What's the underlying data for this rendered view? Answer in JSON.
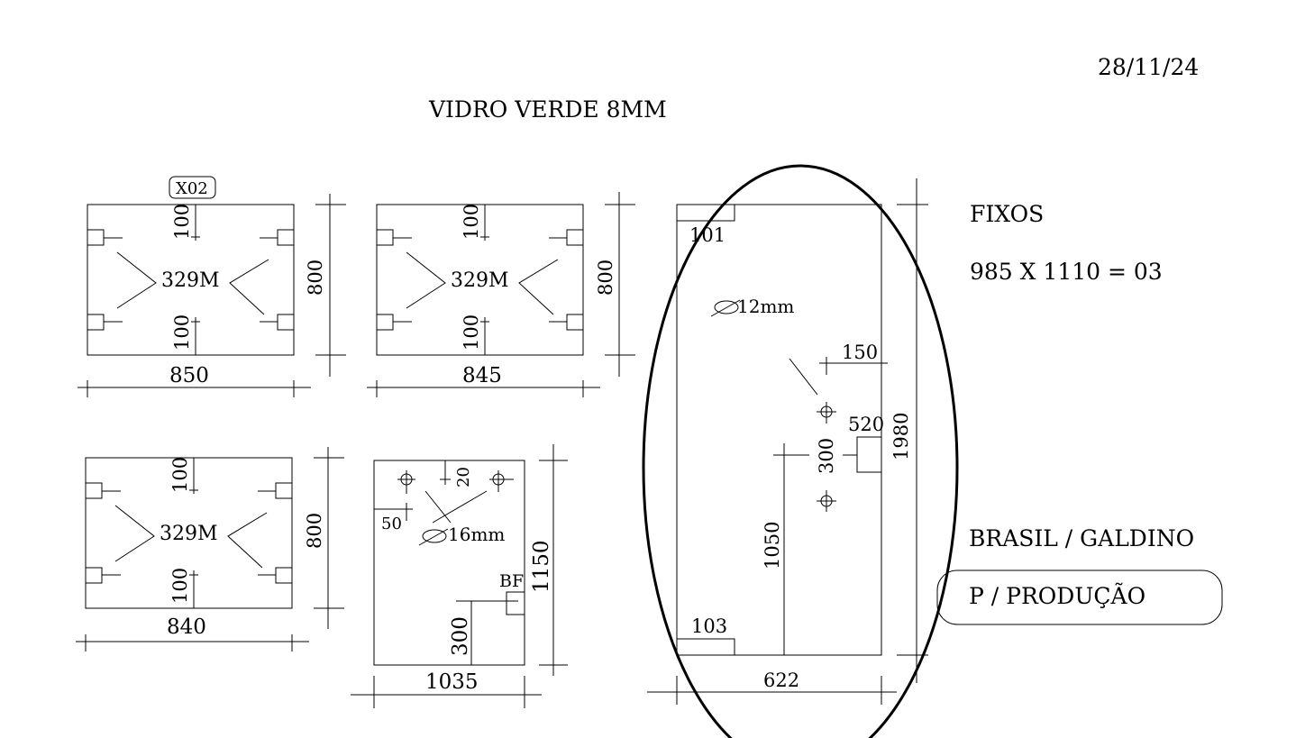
{
  "header": {
    "date": "28/11/24",
    "title": "VIDRO  VERDE 8MM"
  },
  "notes": {
    "fixos_label": "FIXOS",
    "fixos_spec": "985 X 1110 = 03",
    "client": "BRASIL / GALDINO",
    "production": "P / PRODUÇÃO"
  },
  "panels": [
    {
      "tag": "X02",
      "width": "850",
      "height": "800",
      "top_offset": "100",
      "bottom_offset": "100",
      "hardware": "329M"
    },
    {
      "width": "845",
      "height": "800",
      "top_offset": "100",
      "bottom_offset": "100",
      "hardware": "329M"
    },
    {
      "width": "840",
      "height": "800",
      "top_offset": "100",
      "bottom_offset": "100",
      "hardware": "329M"
    }
  ],
  "panel4": {
    "width": "1035",
    "height": "1150",
    "hole_top_offset": "20",
    "hole_side_offset": "50",
    "hole_diameter": "16mm",
    "notch_label": "BF",
    "notch_offset": "300"
  },
  "door": {
    "width": "622",
    "height": "1980",
    "top_notch": "101",
    "bottom_notch": "103",
    "hole_diameter": "12mm",
    "handle_edge_offset": "150",
    "handle_spacing": "300",
    "lock_height": "1050",
    "lock_notch": "520"
  }
}
